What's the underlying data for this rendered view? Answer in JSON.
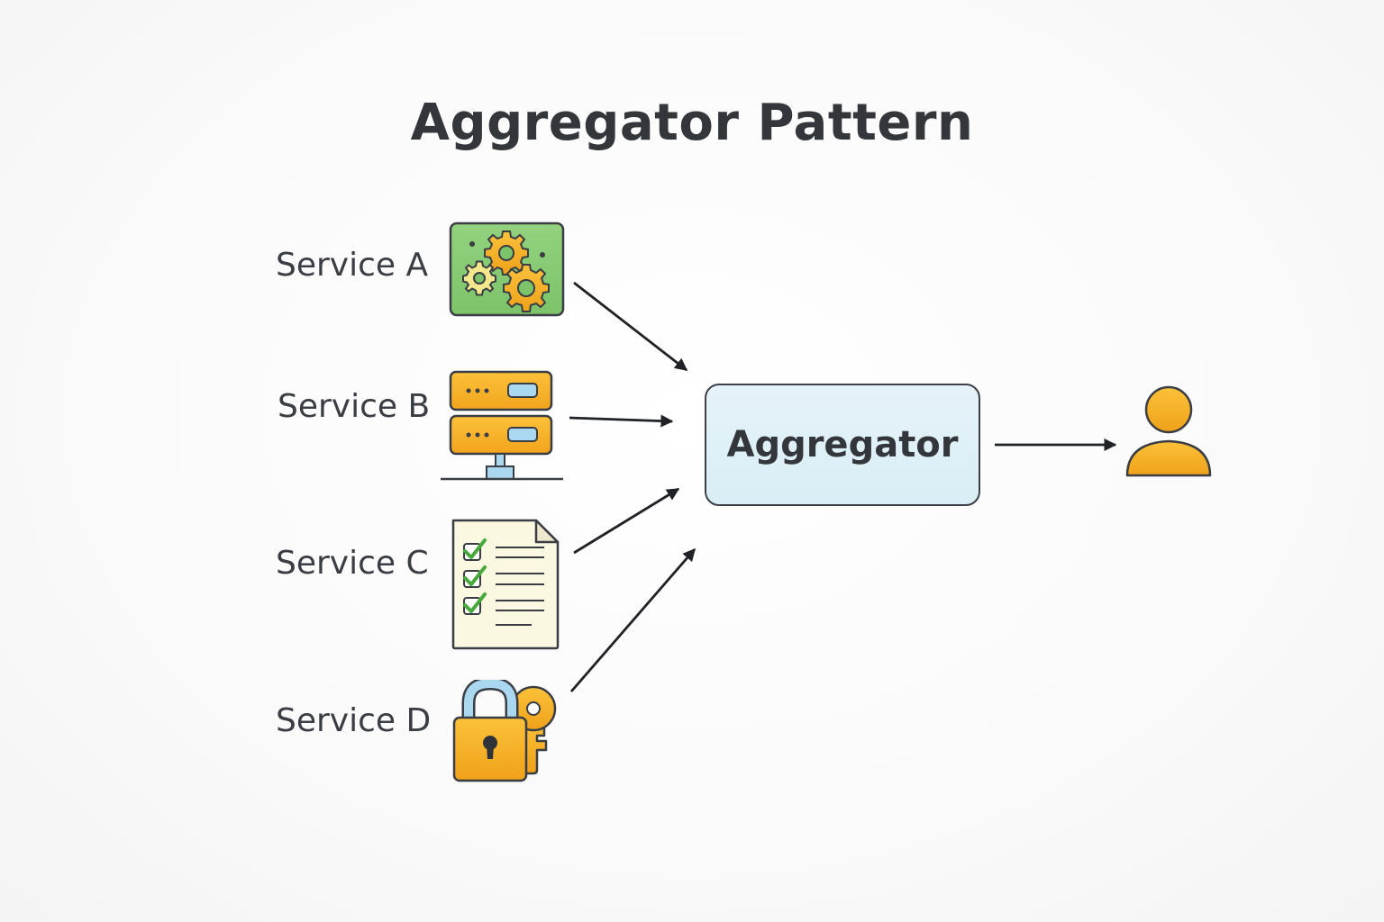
{
  "title": "Aggregator Pattern",
  "services": [
    {
      "label": "Service A",
      "icon": "gears-icon"
    },
    {
      "label": "Service B",
      "icon": "server-icon"
    },
    {
      "label": "Service C",
      "icon": "checklist-document-icon"
    },
    {
      "label": "Service D",
      "icon": "lock-key-icon"
    }
  ],
  "aggregator": {
    "label": "Aggregator",
    "fill": "#dbeff7",
    "border": "#3c4046"
  },
  "client": {
    "icon": "user-icon"
  },
  "colors": {
    "accent_orange": "#f6ae21",
    "gear_panel_green": "#8fcf7a",
    "arrow": "#1f2226",
    "text": "#363a3f"
  }
}
